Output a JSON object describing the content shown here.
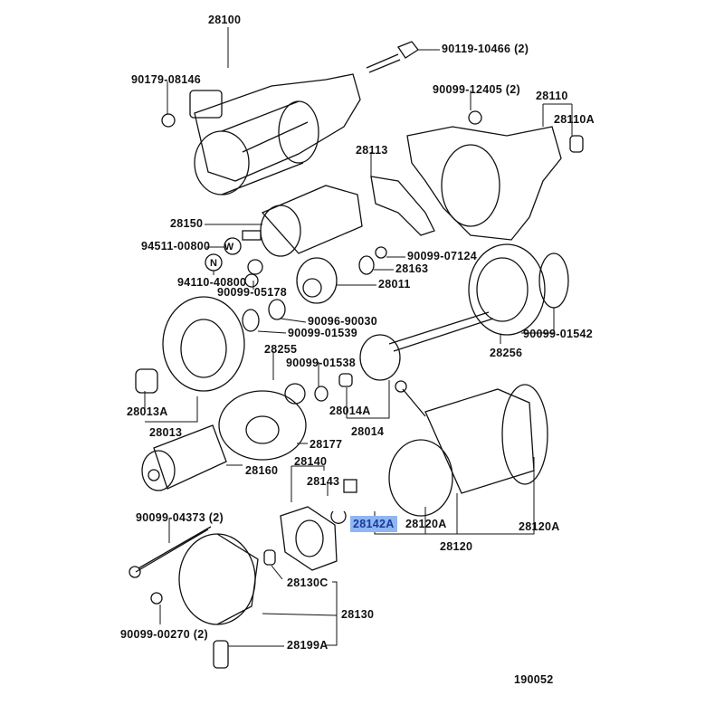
{
  "diagram": {
    "figure_number": "190052",
    "highlight_color": "#8fb6f2",
    "labels": {
      "p28100": "28100",
      "p90119_10466": "90119-10466 (2)",
      "p90179_08146": "90179-08146",
      "p90099_12405": "90099-12405 (2)",
      "p28110": "28110",
      "p28110A": "28110A",
      "p28113": "28113",
      "p28150": "28150",
      "p94511_00800": "94511-00800",
      "p90099_07124": "90099-07124",
      "p94110_40800": "94110-40800",
      "p28163": "28163",
      "p90099_05178": "90099-05178",
      "p28011": "28011",
      "p90096_90030": "90096-90030",
      "p90099_01539": "90099-01539",
      "p90099_01542": "90099-01542",
      "p28255": "28255",
      "p28256": "28256",
      "p90099_01538": "90099-01538",
      "p28013A": "28013A",
      "p28014A": "28014A",
      "p28013": "28013",
      "p28014": "28014",
      "p28177": "28177",
      "p28140": "28140",
      "p28160": "28160",
      "p28143": "28143",
      "p90099_04373": "90099-04373 (2)",
      "p28142A": "28142A",
      "p28120A_1": "28120A",
      "p28120A_2": "28120A",
      "p28120": "28120",
      "p28130C": "28130C",
      "p28130": "28130",
      "p90099_00270": "90099-00270 (2)",
      "p28199A": "28199A"
    },
    "markers": {
      "washer": "W",
      "nut": "N"
    }
  }
}
